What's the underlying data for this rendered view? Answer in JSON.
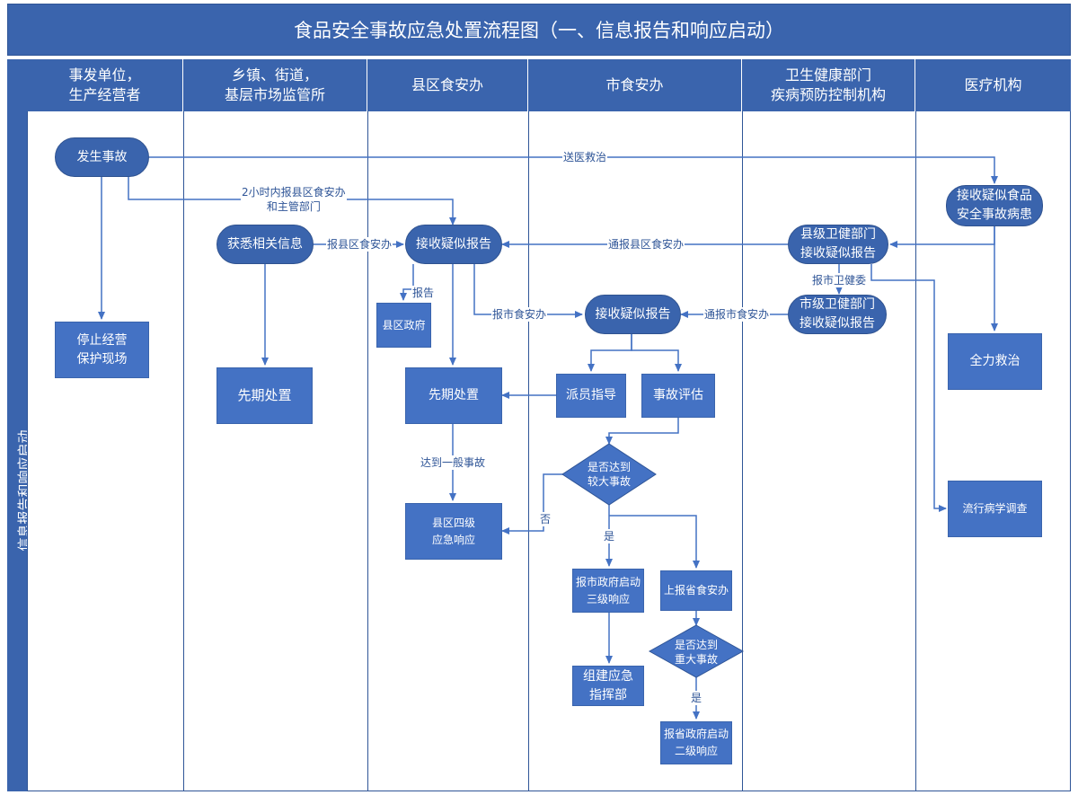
{
  "title": "食品安全事故应急处置流程图（一、信息报告和响应启动）",
  "side_label": "信息报告和响应启动",
  "lanes": [
    "事发单位，\n生产经营者",
    "乡镇、街道，\n基层市场监管所",
    "县区食安办",
    "市食安办",
    "卫生健康部门\n疾病预防控制机构",
    "医疗机构"
  ],
  "nodes": {
    "incident": "发生事故",
    "stop_business": "停止经营\n保护现场",
    "learn_info": "获悉相关信息",
    "early_disposal_town": "先期处置",
    "county_receive": "接收疑似报告",
    "county_gov": "县区政府",
    "early_disposal_county": "先期处置",
    "county_level4": "县区四级\n应急响应",
    "city_receive": "接收疑似报告",
    "dispatch": "派员指导",
    "assess": "事故评估",
    "major_decision": "是否达到\n较大事故",
    "city_level3": "报市政府启动\n三级响应",
    "command_hq": "组建应急\n指挥部",
    "report_province": "上报省食安办",
    "serious_decision": "是否达到\n重大事故",
    "province_level2": "报省政府启动\n二级响应",
    "county_health_receive": "县级卫健部门\n接收疑似报告",
    "city_health_receive": "市级卫健部门\n接收疑似报告",
    "hospital_receive": "接收疑似食品\n安全事故病患",
    "full_rescue": "全力救治",
    "epidemiology": "流行病学调查"
  },
  "edge_labels": {
    "send_hospital": "送医救治",
    "report_2h": "2小时内报县区食安办\n和主管部门",
    "report_county_office": "报县区食安办",
    "notify_county_office": "通报县区食安办",
    "report": "报告",
    "report_city_office": "报市食安办",
    "notify_city_office": "通报市食安办",
    "report_city_health": "报市卫健委",
    "reach_general": "达到一般事故",
    "no": "否",
    "yes_major": "是",
    "yes_serious": "是"
  },
  "colors": {
    "header": "#3a64ad",
    "node_fill": "#4472c4",
    "line": "#4472c4",
    "border": "#2f5597"
  }
}
